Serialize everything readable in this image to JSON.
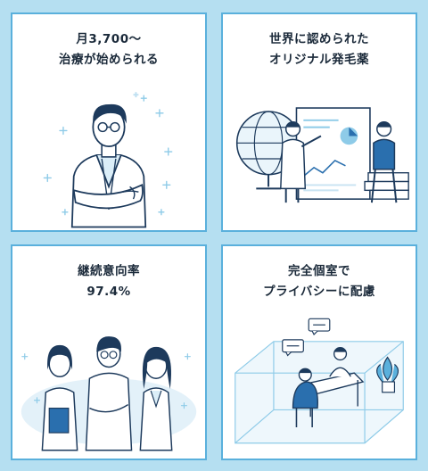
{
  "cards": [
    {
      "line1": "月3,700〜",
      "line2": "治療が始められる",
      "illustration_icon": "doctor-arms-crossed-illustration"
    },
    {
      "line1": "世界に認められた",
      "line2": "オリジナル発毛薬",
      "illustration_icon": "doctors-globe-research-illustration"
    },
    {
      "line1": "継続意向率",
      "line2": "97.4%",
      "illustration_icon": "three-medical-staff-illustration"
    },
    {
      "line1": "完全個室で",
      "line2": "プライバシーに配慮",
      "illustration_icon": "private-consultation-room-illustration"
    }
  ],
  "colors": {
    "background": "#b5dff1",
    "card_border": "#5ab0dc",
    "text": "#1b2a3a",
    "accent": "#2a6fae"
  }
}
